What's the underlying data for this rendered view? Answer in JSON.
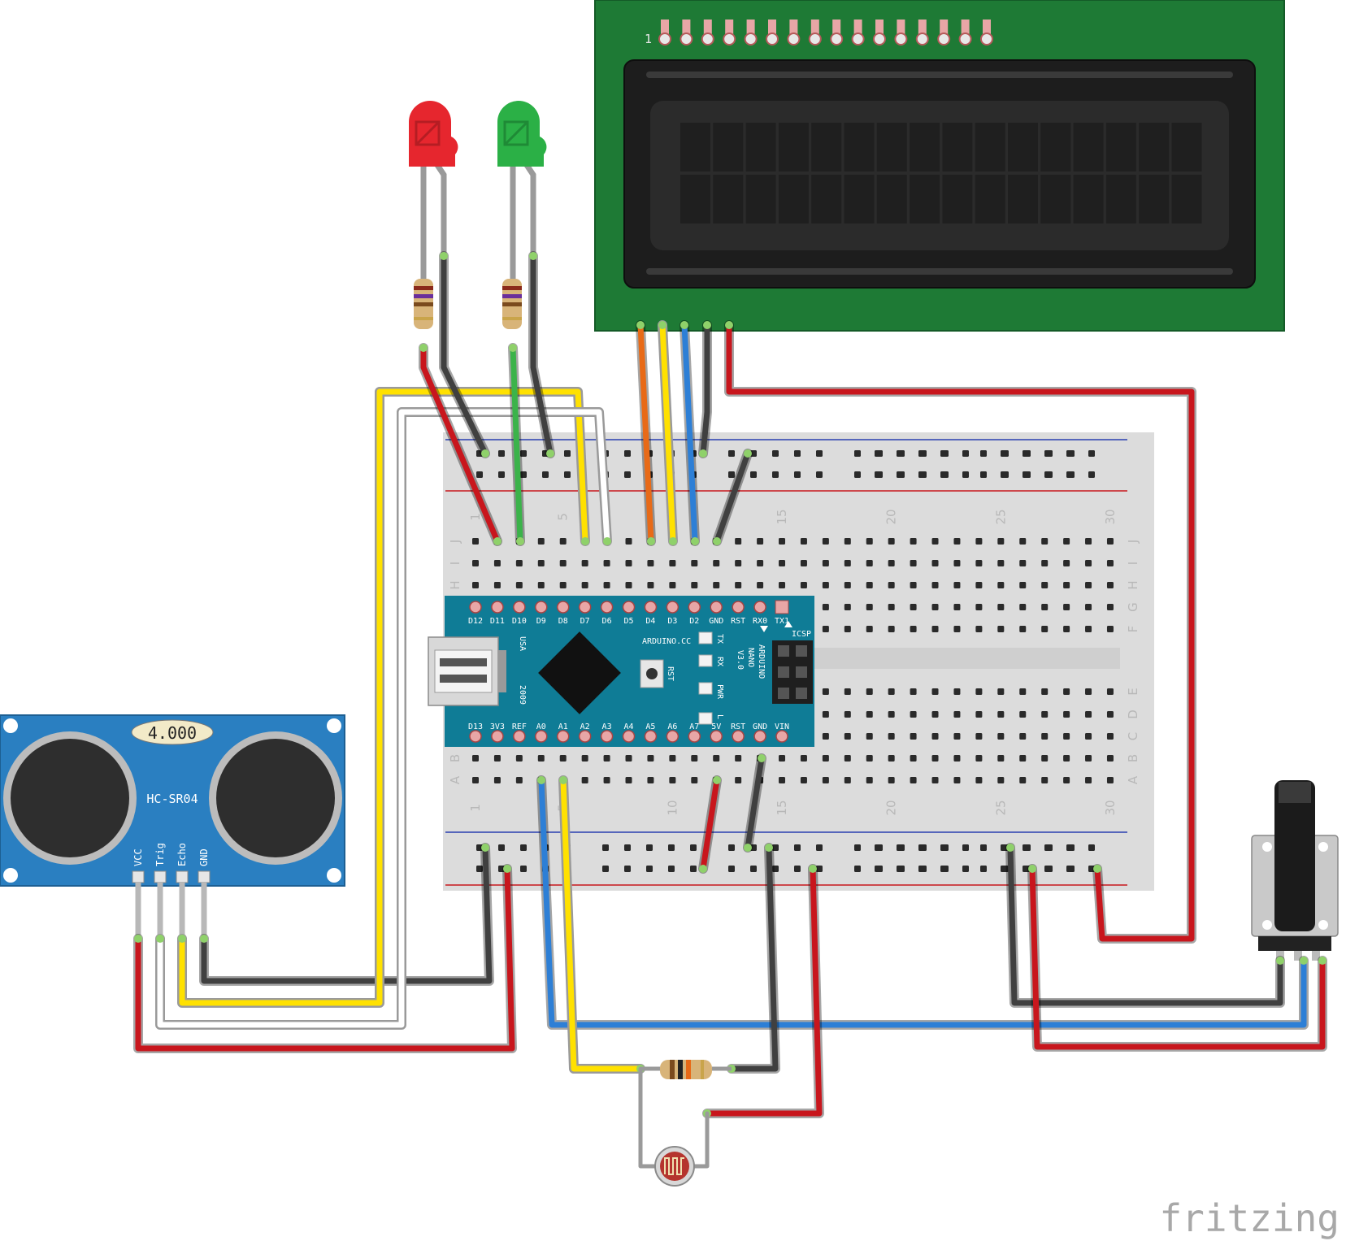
{
  "lcd": {
    "pin_one_label": "1",
    "pin_count": 16
  },
  "sensor": {
    "model": "HC-SR04",
    "crystal": "4.000",
    "pins": [
      "VCC",
      "Trig",
      "Echo",
      "GND"
    ]
  },
  "nano": {
    "top_pins": [
      "D12",
      "D11",
      "D10",
      "D9",
      "D8",
      "D7",
      "D6",
      "D5",
      "D4",
      "D3",
      "D2",
      "GND",
      "RST",
      "RX0",
      "TX1"
    ],
    "bottom_pins": [
      "D13",
      "3V3",
      "REF",
      "A0",
      "A1",
      "A2",
      "A3",
      "A4",
      "A5",
      "A6",
      "A7",
      "5V",
      "RST",
      "GND",
      "VIN"
    ],
    "brand": "ARDUINO.CC",
    "model_lines": [
      "ARDUINO",
      "NANO",
      "V3.0"
    ],
    "usa": "USA",
    "year": "2009",
    "rst_button": "RST",
    "icsp": "ICSP",
    "leds": [
      "TX",
      "RX",
      "PWR",
      "L"
    ]
  },
  "breadboard": {
    "row_letters_top": [
      "J",
      "I",
      "H",
      "G",
      "F"
    ],
    "row_letters_bottom": [
      "E",
      "D",
      "C",
      "B",
      "A"
    ],
    "column_numbers": [
      "1",
      "5",
      "10",
      "15",
      "20",
      "25",
      "30"
    ]
  },
  "colors": {
    "wire_red": "#c8161d",
    "wire_black": "#404040",
    "wire_yellow": "#ffe100",
    "wire_white": "#ffffff",
    "wire_green": "#3bb34a",
    "wire_blue": "#2d7fd6",
    "wire_orange": "#e86a17",
    "lcd_board": "#1e7a35",
    "nano_board": "#0f7c96",
    "sensor_board": "#2a7fc1"
  },
  "branding": {
    "logo": "fritzing"
  }
}
